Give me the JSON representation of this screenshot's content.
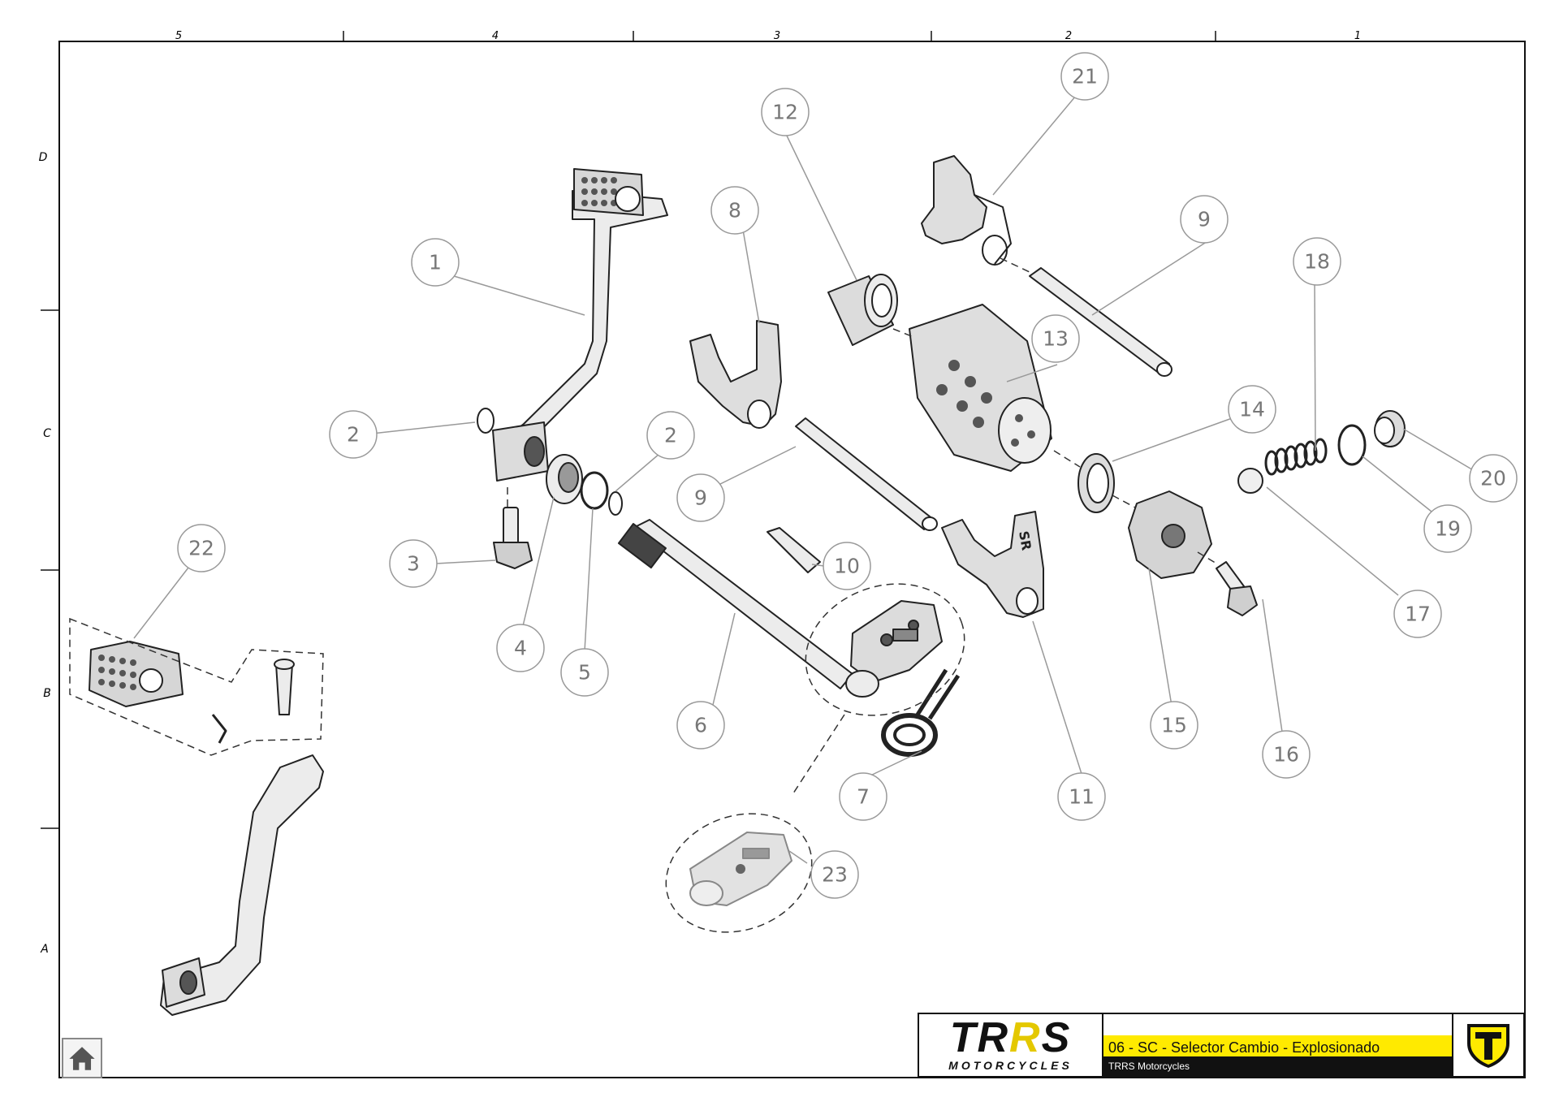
{
  "frame": {
    "top_zone_labels": [
      "5",
      "4",
      "3",
      "2",
      "1"
    ],
    "side_zone_labels": [
      "D",
      "C",
      "B",
      "A"
    ]
  },
  "callouts": [
    "1",
    "2",
    "2",
    "3",
    "4",
    "5",
    "6",
    "7",
    "8",
    "9",
    "9",
    "10",
    "11",
    "12",
    "13",
    "14",
    "15",
    "16",
    "17",
    "18",
    "19",
    "20",
    "21",
    "22",
    "23"
  ],
  "title_block": {
    "brand_part1": "TR",
    "brand_accent": "R",
    "brand_part2": "S",
    "brand_sub": "MOTORCYCLES",
    "title": "06 - SC - Selector Cambio - Explosionado",
    "company": "TRRS Motorcycles"
  },
  "colors": {
    "accent_yellow": "#ffea00",
    "line": "#222222",
    "callout_stroke": "#999999",
    "callout_text": "#777777"
  },
  "icons": {
    "home": "home-icon",
    "emblem": "trrs-emblem-icon"
  }
}
